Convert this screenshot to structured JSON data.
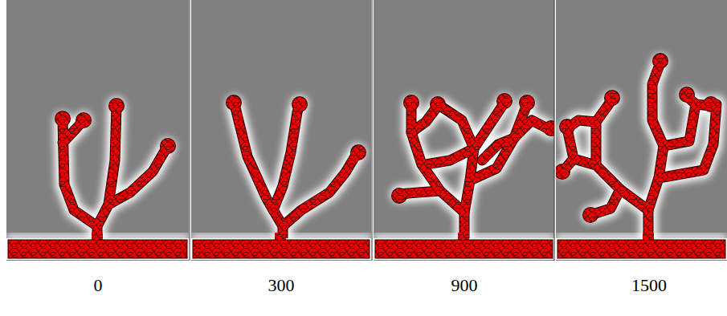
{
  "diagram": {
    "labels": [
      "0",
      "300",
      "900",
      "1500"
    ]
  }
}
